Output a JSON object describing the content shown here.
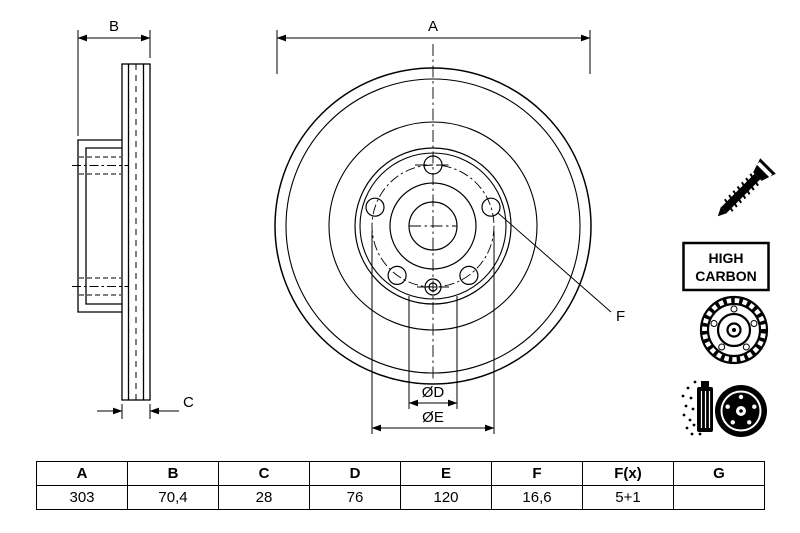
{
  "drawing": {
    "dim_labels": {
      "a": "A",
      "b": "B",
      "c": "C",
      "d": "ØD",
      "e": "ØE",
      "f": "F"
    }
  },
  "high_carbon": {
    "line1": "HIGH",
    "line2": "CARBON"
  },
  "table": {
    "headers": [
      "A",
      "B",
      "C",
      "D",
      "E",
      "F",
      "F(x)",
      "G"
    ],
    "values": [
      "303",
      "70,4",
      "28",
      "76",
      "120",
      "16,6",
      "5+1",
      ""
    ]
  }
}
